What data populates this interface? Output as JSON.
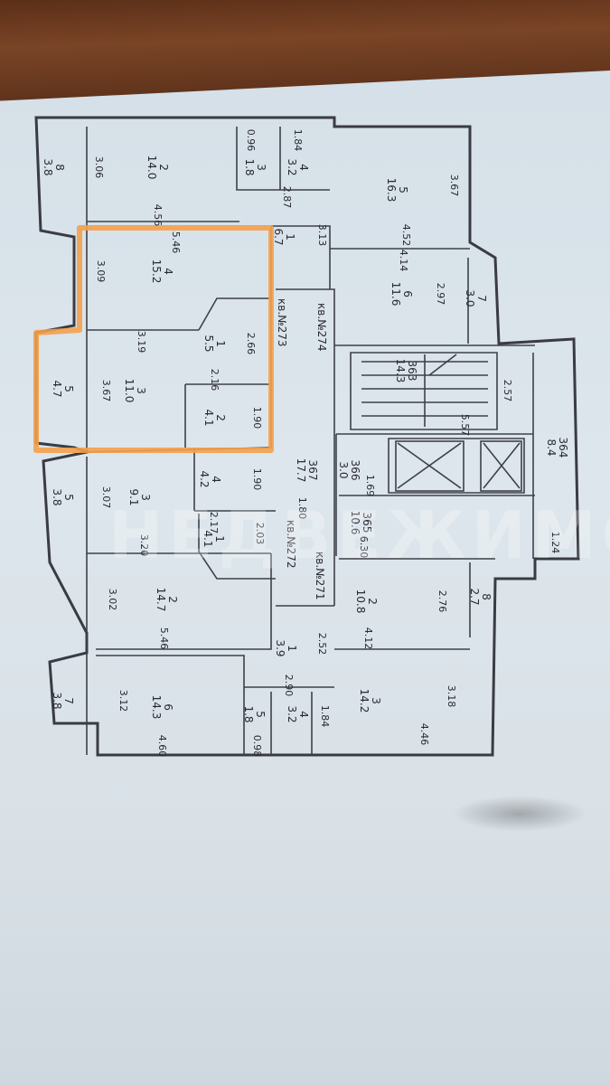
{
  "watermark": "НЕДВЕЖИМОСТЬ",
  "apartments": {
    "kv274": "кв.№274",
    "kv273": "кв.№273",
    "kv272": "кв.№272",
    "kv271": "кв.№271"
  },
  "labels": [
    {
      "id": "r8a",
      "t": "8\n3.8"
    },
    {
      "id": "d306",
      "t": "3.06"
    },
    {
      "id": "r2a",
      "t": "2\n14.0"
    },
    {
      "id": "d456",
      "t": "4.56"
    },
    {
      "id": "d096",
      "t": "0.96"
    },
    {
      "id": "d184a",
      "t": "1.84"
    },
    {
      "id": "r3a",
      "t": "3\n1.8"
    },
    {
      "id": "r4a",
      "t": "4\n3.2"
    },
    {
      "id": "d287",
      "t": "2.87"
    },
    {
      "id": "r1a",
      "t": "1\n6.7"
    },
    {
      "id": "d313",
      "t": "3.13"
    },
    {
      "id": "r5a",
      "t": "5\n16.3"
    },
    {
      "id": "d367a",
      "t": "3.67"
    },
    {
      "id": "d452",
      "t": "4.52"
    },
    {
      "id": "d546a",
      "t": "5.46"
    },
    {
      "id": "r4b",
      "t": "4\n15.2"
    },
    {
      "id": "d309",
      "t": "3.09"
    },
    {
      "id": "d414",
      "t": "4.14"
    },
    {
      "id": "r6a",
      "t": "6\n11.6"
    },
    {
      "id": "d297",
      "t": "2.97"
    },
    {
      "id": "r7a",
      "t": "7\n3.0"
    },
    {
      "id": "d319",
      "t": "3.19"
    },
    {
      "id": "r1b",
      "t": "1\n5.5"
    },
    {
      "id": "d266",
      "t": "2.66"
    },
    {
      "id": "r5b",
      "t": "5\n4.7"
    },
    {
      "id": "r3b",
      "t": "3\n11.0"
    },
    {
      "id": "d367b",
      "t": "3.67"
    },
    {
      "id": "d216",
      "t": "2.16"
    },
    {
      "id": "r2b",
      "t": "2\n4.1"
    },
    {
      "id": "d190a",
      "t": "1.90"
    },
    {
      "id": "r363",
      "t": "363\n14.3"
    },
    {
      "id": "d557",
      "t": "5.57"
    },
    {
      "id": "d257",
      "t": "2.57"
    },
    {
      "id": "r364",
      "t": "364\n8.4"
    },
    {
      "id": "r367",
      "t": "367\n17.7"
    },
    {
      "id": "r366",
      "t": "366\n3.0"
    },
    {
      "id": "d169",
      "t": "1.69"
    },
    {
      "id": "r4c",
      "t": "4\n4.2"
    },
    {
      "id": "d190b",
      "t": "1.90"
    },
    {
      "id": "r5c",
      "t": "5\n3.8"
    },
    {
      "id": "d307",
      "t": "3.07"
    },
    {
      "id": "r3c",
      "t": "3\n9.1"
    },
    {
      "id": "d180",
      "t": "1.80"
    },
    {
      "id": "d217",
      "t": "2.17"
    },
    {
      "id": "r1c",
      "t": "1\n4.1"
    },
    {
      "id": "d203",
      "t": "2.03"
    },
    {
      "id": "r365",
      "t": "365\n10.6"
    },
    {
      "id": "d630",
      "t": "6.30"
    },
    {
      "id": "d124",
      "t": "1.24"
    },
    {
      "id": "d320",
      "t": "3.20"
    },
    {
      "id": "r8b",
      "t": "8\n2.7"
    },
    {
      "id": "d302",
      "t": "3.02"
    },
    {
      "id": "r2c",
      "t": "2\n14.7"
    },
    {
      "id": "d546b",
      "t": "5.46"
    },
    {
      "id": "r2d",
      "t": "2\n10.8"
    },
    {
      "id": "d276",
      "t": "2.76"
    },
    {
      "id": "d412",
      "t": "4.12"
    },
    {
      "id": "r1d",
      "t": "1\n3.9"
    },
    {
      "id": "d252",
      "t": "2.52"
    },
    {
      "id": "d290",
      "t": "2.90"
    },
    {
      "id": "r7b",
      "t": "7\n3.8"
    },
    {
      "id": "d312",
      "t": "3.12"
    },
    {
      "id": "r6b",
      "t": "6\n14.3"
    },
    {
      "id": "d460",
      "t": "4.60"
    },
    {
      "id": "r5d",
      "t": "5\n1.8"
    },
    {
      "id": "r4d",
      "t": "4\n3.2"
    },
    {
      "id": "d184b",
      "t": "1.84"
    },
    {
      "id": "d098",
      "t": "0.98"
    },
    {
      "id": "r3d",
      "t": "3\n14.2"
    },
    {
      "id": "d318",
      "t": "3.18"
    },
    {
      "id": "d446",
      "t": "4.46"
    }
  ]
}
